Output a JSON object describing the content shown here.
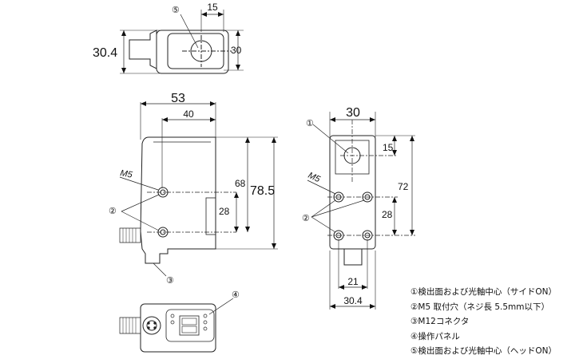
{
  "dimensions": {
    "top_view": {
      "width_15": "15",
      "height_30": "30",
      "overall_30_4": "30.4"
    },
    "side_view": {
      "depth_53": "53",
      "depth_40": "40",
      "height_68": "68",
      "height_78_5": "78.5",
      "height_28": "28",
      "thread": "M5"
    },
    "front_view": {
      "width_30": "30",
      "offset_15": "15",
      "height_72": "72",
      "height_28": "28",
      "width_21": "21",
      "width_30_4": "30.4",
      "thread": "M5"
    }
  },
  "callouts": {
    "c1": "①",
    "c2_side": "②",
    "c2_front": "②",
    "c3": "③",
    "c4": "④",
    "c5": "⑤"
  },
  "legend": [
    "①検出面および光軸中心（サイドON）",
    "②M5 取付穴（ネジ長 5.5mm以下）",
    "③M12コネクタ",
    "④操作パネル",
    "⑤検出面および光軸中心（ヘッドON）"
  ]
}
